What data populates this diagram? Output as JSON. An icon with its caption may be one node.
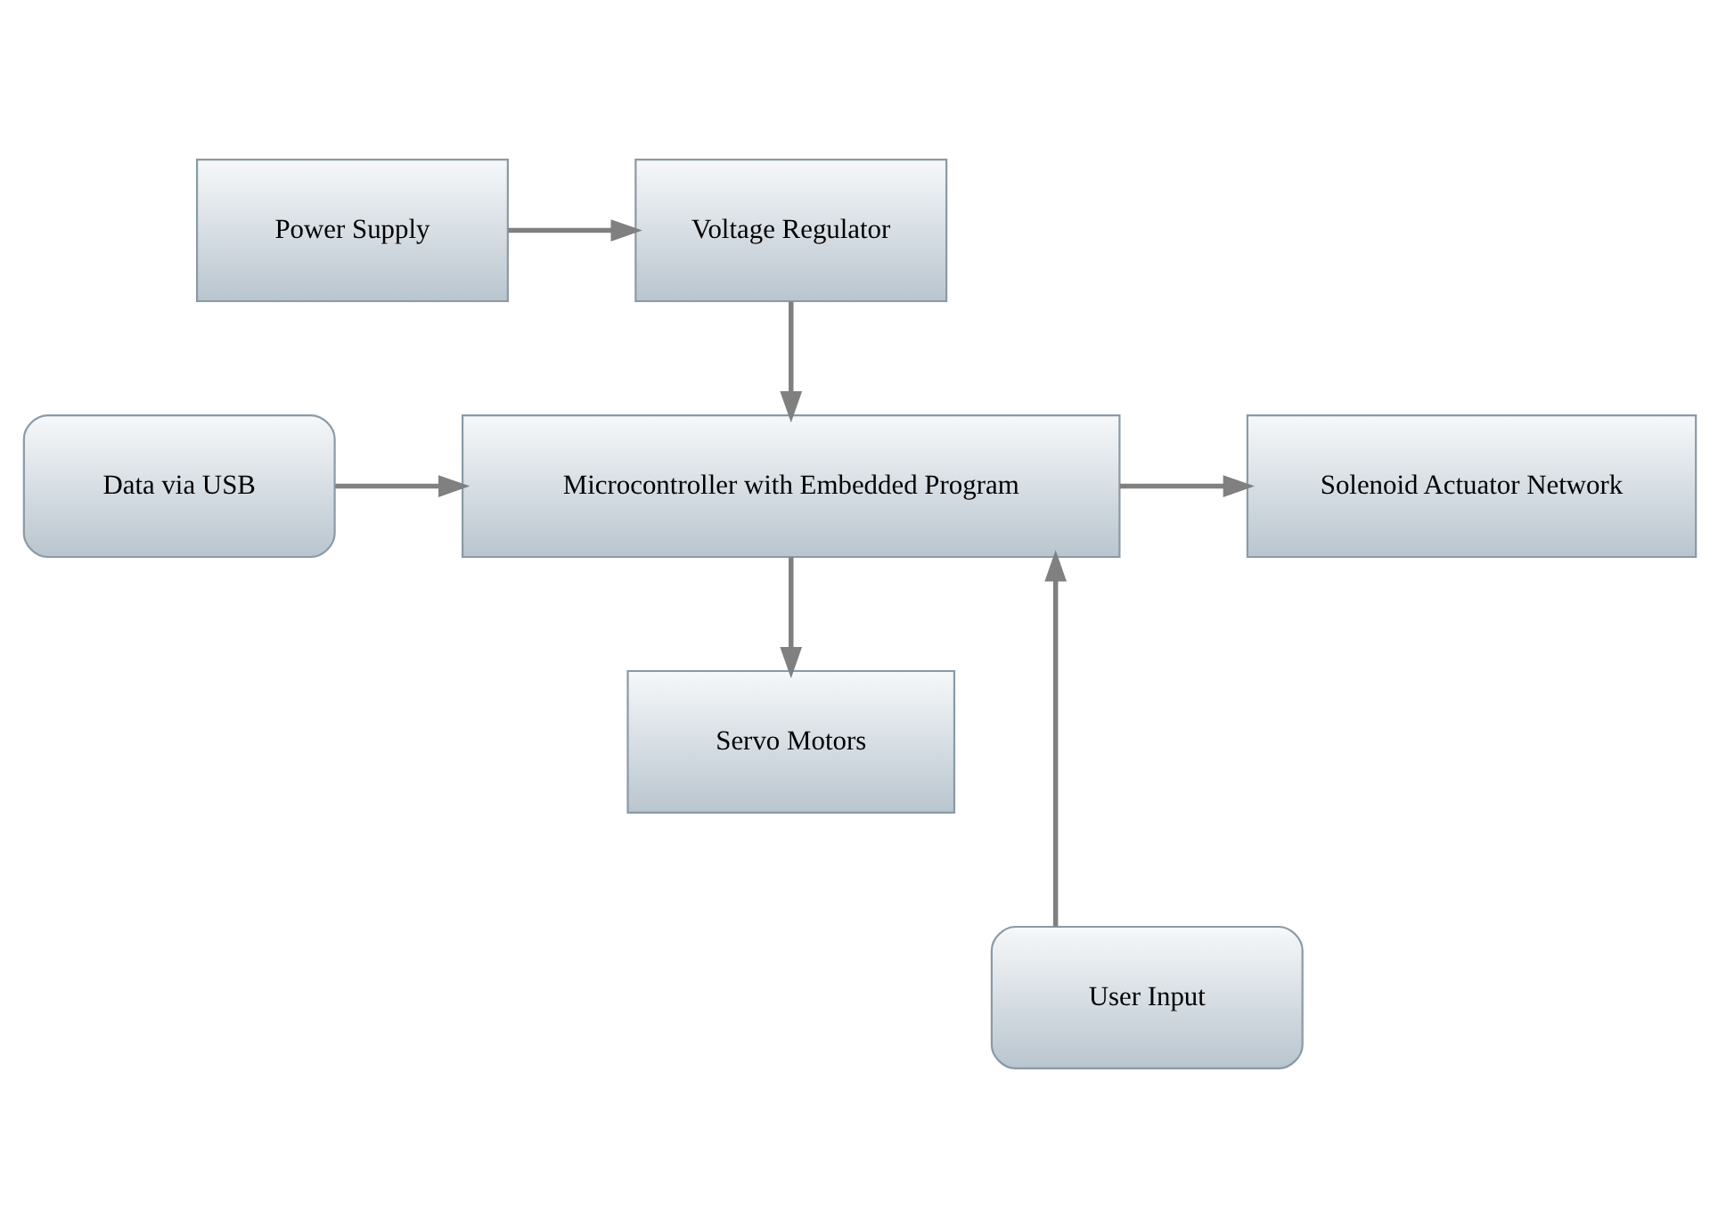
{
  "diagram": {
    "nodes": [
      {
        "text": [
          "Power Supply"
        ]
      },
      {
        "text": [
          "Voltage Regulator"
        ]
      },
      {
        "text": [
          "Data via USB"
        ]
      },
      {
        "text": [
          "Microcontroller with Embedded Program"
        ]
      },
      {
        "text": [
          "Solenoid Actuator Network"
        ]
      },
      {
        "text": [
          "Servo Motors"
        ]
      },
      {
        "text": [
          "User Input"
        ]
      }
    ],
    "edges": [
      {
        "from": 0,
        "to": 1,
        "arrow": "to"
      },
      {
        "from": 1,
        "to": 3,
        "arrow": "to"
      },
      {
        "from": 2,
        "to": 3,
        "arrow": "to"
      },
      {
        "from": 3,
        "to": 4,
        "arrow": "to"
      },
      {
        "from": 3,
        "to": 5,
        "arrow": "to"
      },
      {
        "from": 6,
        "to": 3,
        "arrow": "to"
      }
    ]
  }
}
